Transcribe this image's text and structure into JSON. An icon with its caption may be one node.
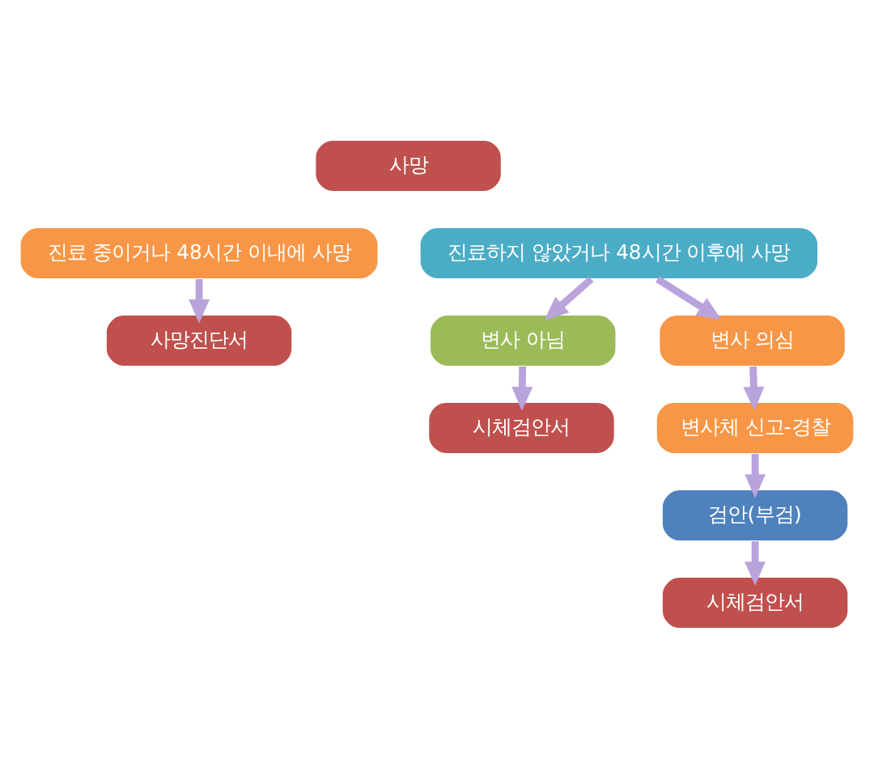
{
  "diagram": {
    "nodes": [
      {
        "text": [
          "사망"
        ]
      },
      {
        "text": [
          "진료 중이거나 48시간 이내에 사망"
        ]
      },
      {
        "text": [
          "진료하지 않았거나 48시간 이후에 사망"
        ]
      },
      {
        "text": [
          "사망진단서"
        ]
      },
      {
        "text": [
          "변사 아님"
        ]
      },
      {
        "text": [
          "변사 의심"
        ]
      },
      {
        "text": [
          "시체검안서"
        ]
      },
      {
        "text": [
          "변사체 신고-경찰"
        ]
      },
      {
        "text": [
          "검안(부검)"
        ]
      },
      {
        "text": [
          "시체검안서"
        ]
      }
    ],
    "edges": [
      {
        "from": 1,
        "to": 3,
        "arrow": "to"
      },
      {
        "from": 2,
        "to": 4,
        "arrow": "to"
      },
      {
        "from": 2,
        "to": 5,
        "arrow": "to"
      },
      {
        "from": 4,
        "to": 6,
        "arrow": "to"
      },
      {
        "from": 5,
        "to": 7,
        "arrow": "to"
      },
      {
        "from": 7,
        "to": 8,
        "arrow": "to"
      },
      {
        "from": 8,
        "to": 9,
        "arrow": "to"
      }
    ]
  }
}
